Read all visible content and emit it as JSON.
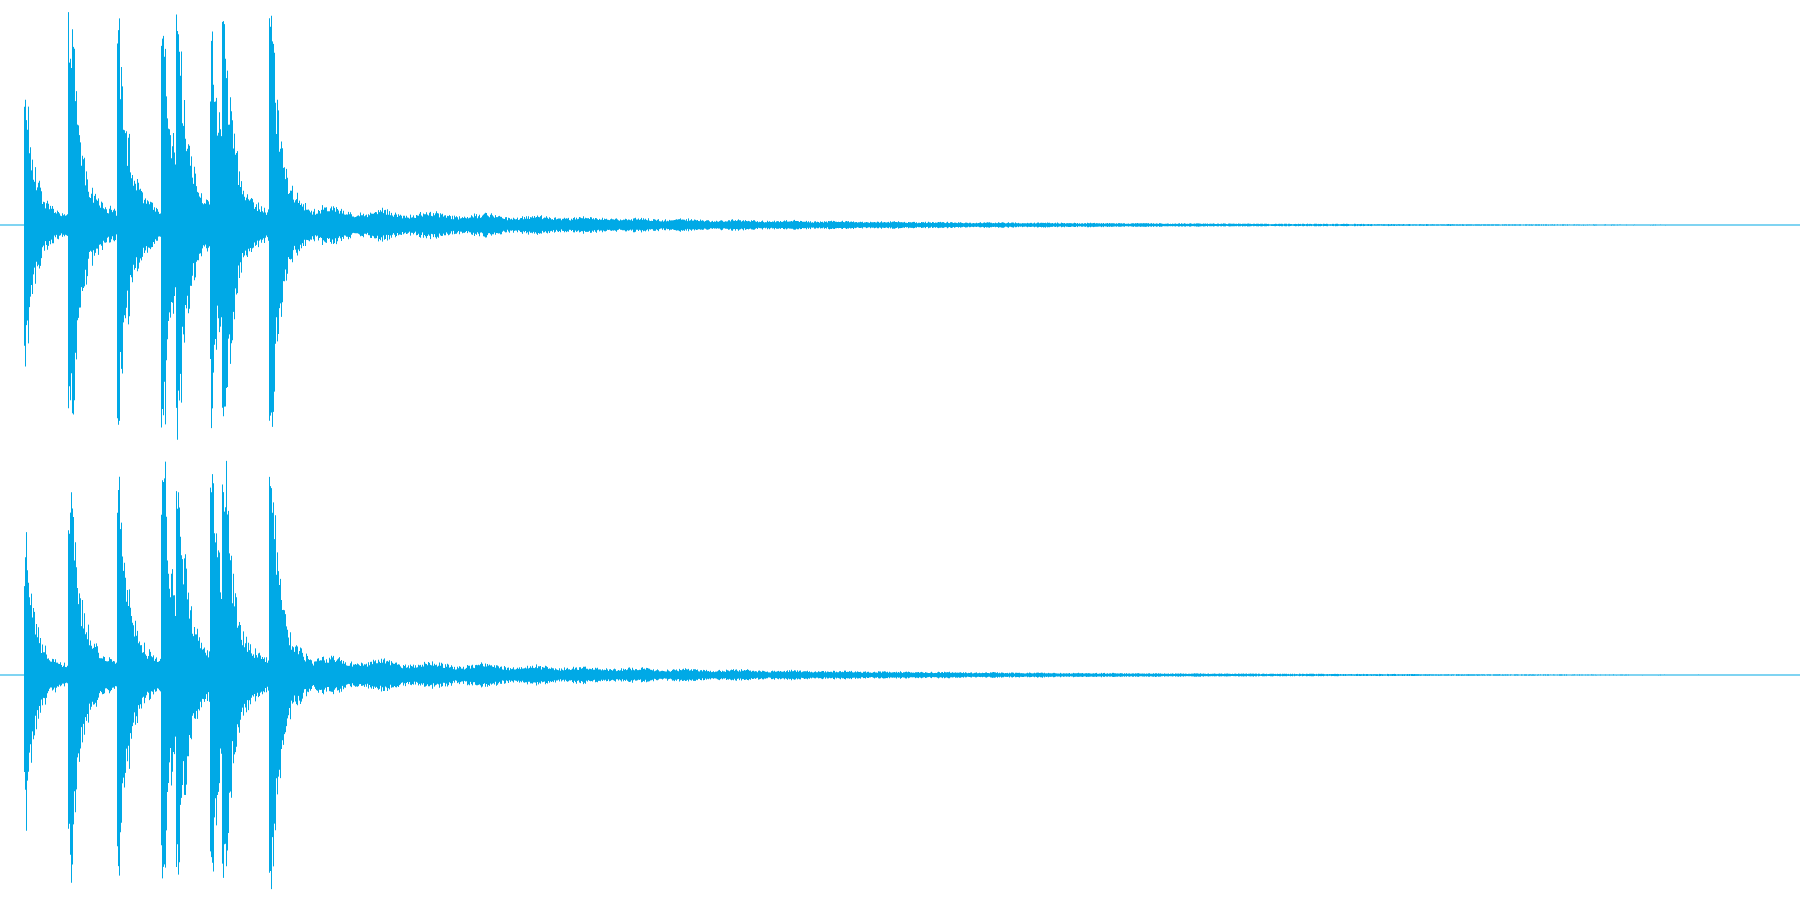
{
  "waveform": {
    "color": "#00a9e6",
    "background": "#ffffff",
    "channel_count": 2,
    "channels": [
      {
        "id": "left"
      },
      {
        "id": "right"
      }
    ],
    "transients": [
      {
        "t": 0.007,
        "amp": 0.62
      },
      {
        "t": 0.032,
        "amp": 0.98
      },
      {
        "t": 0.059,
        "amp": 0.97
      },
      {
        "t": 0.084,
        "amp": 0.96
      },
      {
        "t": 0.092,
        "amp": 1.0
      },
      {
        "t": 0.111,
        "amp": 0.96
      },
      {
        "t": 0.118,
        "amp": 0.98
      },
      {
        "t": 0.144,
        "amp": 1.0
      }
    ]
  }
}
